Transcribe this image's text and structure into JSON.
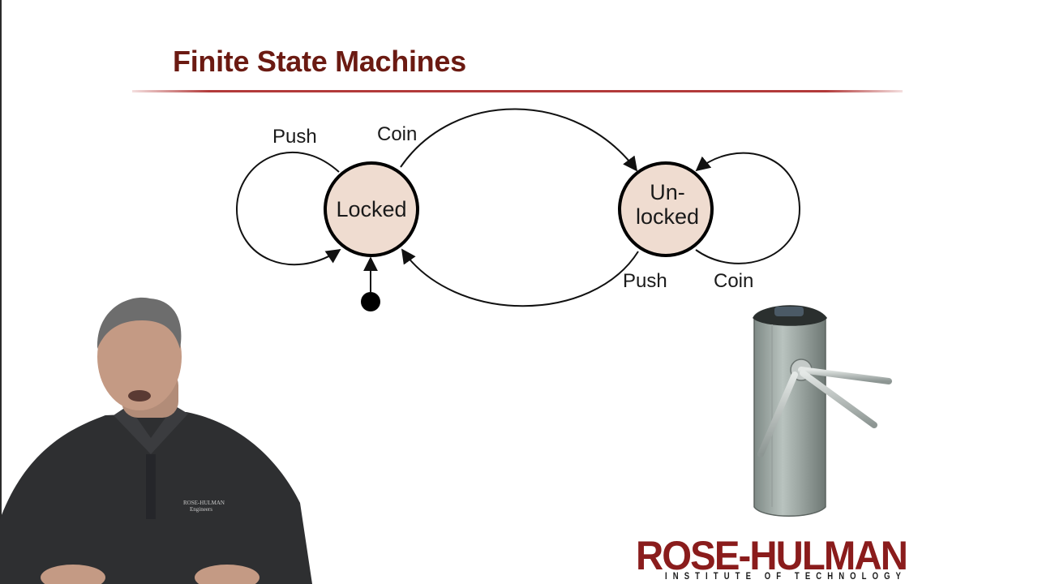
{
  "slide": {
    "title": "Finite State Machines"
  },
  "diagram": {
    "states": {
      "locked": "Locked",
      "unlocked_line1": "Un-",
      "unlocked_line2": "locked"
    },
    "transitions": {
      "locked_self": "Push",
      "locked_to_unlocked": "Coin",
      "unlocked_to_locked": "Push",
      "unlocked_self": "Coin"
    }
  },
  "logo": {
    "name": "ROSE-HULMAN",
    "subtitle": "INSTITUTE OF TECHNOLOGY"
  },
  "presenter": {
    "shirt_text_line1": "ROSE-HULMAN",
    "shirt_text_line2": "Engineers"
  },
  "colors": {
    "title": "#6b1a12",
    "rule": "#b23a3a",
    "state_fill": "#efdcd0",
    "logo": "#8a1c1c"
  }
}
